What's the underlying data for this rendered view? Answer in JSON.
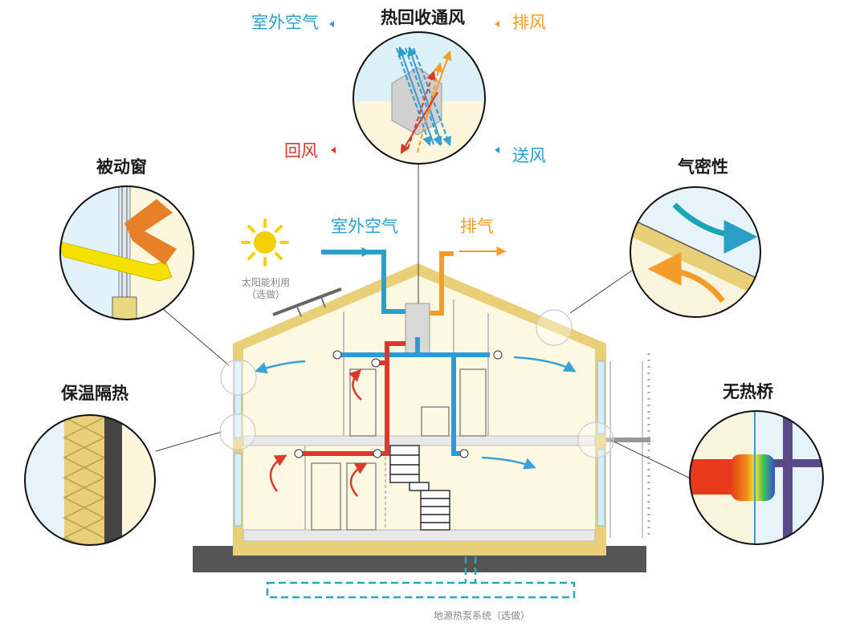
{
  "labels": {
    "hrv_title": "热回收通风",
    "outdoor_air_top": "室外空气",
    "exhaust_top": "排风",
    "return_air": "回风",
    "supply_air": "送风",
    "passive_window": "被动窗",
    "airtightness": "气密性",
    "insulation": "保温隔热",
    "no_thermal_bridge": "无热桥",
    "outdoor_air_mid": "室外空气",
    "exhaust_mid": "排气",
    "solar_line1": "太阳能利用",
    "solar_line2": "（选做）",
    "ground_source": "地源热泵系统（选做）"
  },
  "colors": {
    "outdoor_air": "#2aa0c8",
    "exhaust": "#f39c2a",
    "return_air": "#d93a2b",
    "supply_air": "#2a9ad8",
    "wall": "#e8cf78",
    "interior": "#fdf8e2",
    "ground": "#555555"
  }
}
